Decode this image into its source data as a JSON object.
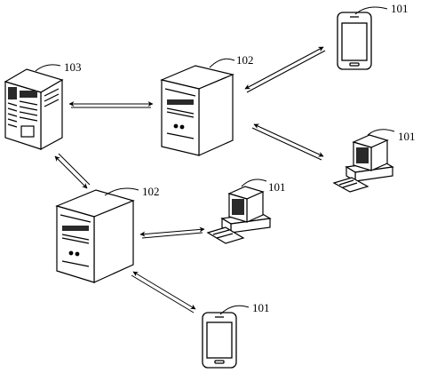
{
  "labels": {
    "server_db": "103",
    "server_top": "102",
    "server_bottom": "102",
    "phone_top": "101",
    "desktop_right": "101",
    "desktop_middle": "101",
    "phone_bottom": "101"
  },
  "colors": {
    "stroke": "#000000",
    "fill": "#ffffff",
    "shade": "#2a2a2a"
  }
}
